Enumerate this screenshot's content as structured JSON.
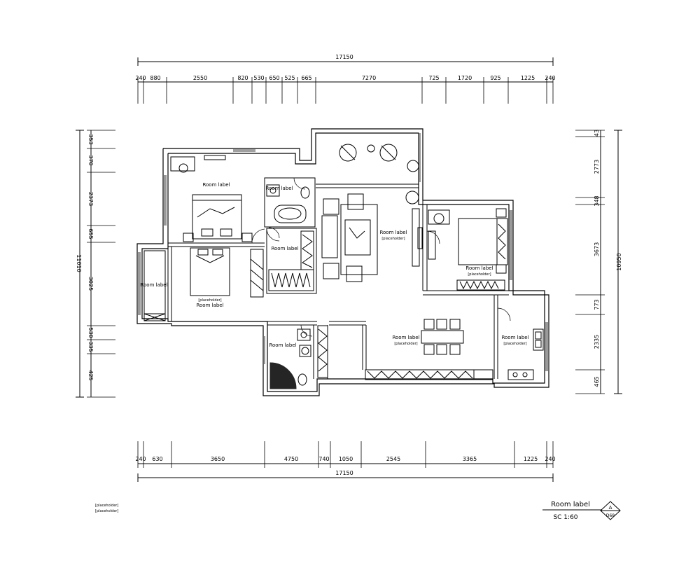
{
  "dimensions": {
    "top_total": "17150",
    "top_segments": [
      "240",
      "880",
      "2550",
      "820",
      "530",
      "650",
      "525",
      "665",
      "7270",
      "725",
      "1720",
      "925",
      "1225",
      "240"
    ],
    "bottom_total": "17150",
    "bottom_segments": [
      "240",
      "630",
      "3650",
      "4750",
      "740",
      "1050",
      "2545",
      "3365",
      "1225",
      "240"
    ],
    "left_total": "11010",
    "left_segments": [
      "353",
      "370",
      "2373",
      "655",
      "3025",
      "530",
      "335",
      "425"
    ],
    "right_total": "10950",
    "right_segments": [
      "43",
      "2773",
      "348",
      "3673",
      "773",
      "2335",
      "465"
    ]
  },
  "rooms": {
    "master_bedroom": "Room label",
    "bathroom_upper": "Room label",
    "cloakroom": "Room label",
    "living_room": "Room label",
    "living_room_sub": "[placeholder]",
    "second_bedroom_2": "Room label",
    "second_bedroom_2_sub": "[placeholder]",
    "second_bedroom_1": "Room label",
    "second_bedroom_1_sub": "[placeholder]",
    "study": "Room label",
    "bathroom_lower": "Room label",
    "dining_room": "Room label",
    "dining_room_sub": "[placeholder]",
    "kitchen": "Room label",
    "kitchen_sub": "[placeholder]"
  },
  "notes": {
    "line1": "[placeholder]",
    "line2": "[placeholder]"
  },
  "title_block": {
    "title": "Room label",
    "scale": "SC 1:60",
    "symbol_top": "A",
    "symbol_bottom": "D68"
  }
}
